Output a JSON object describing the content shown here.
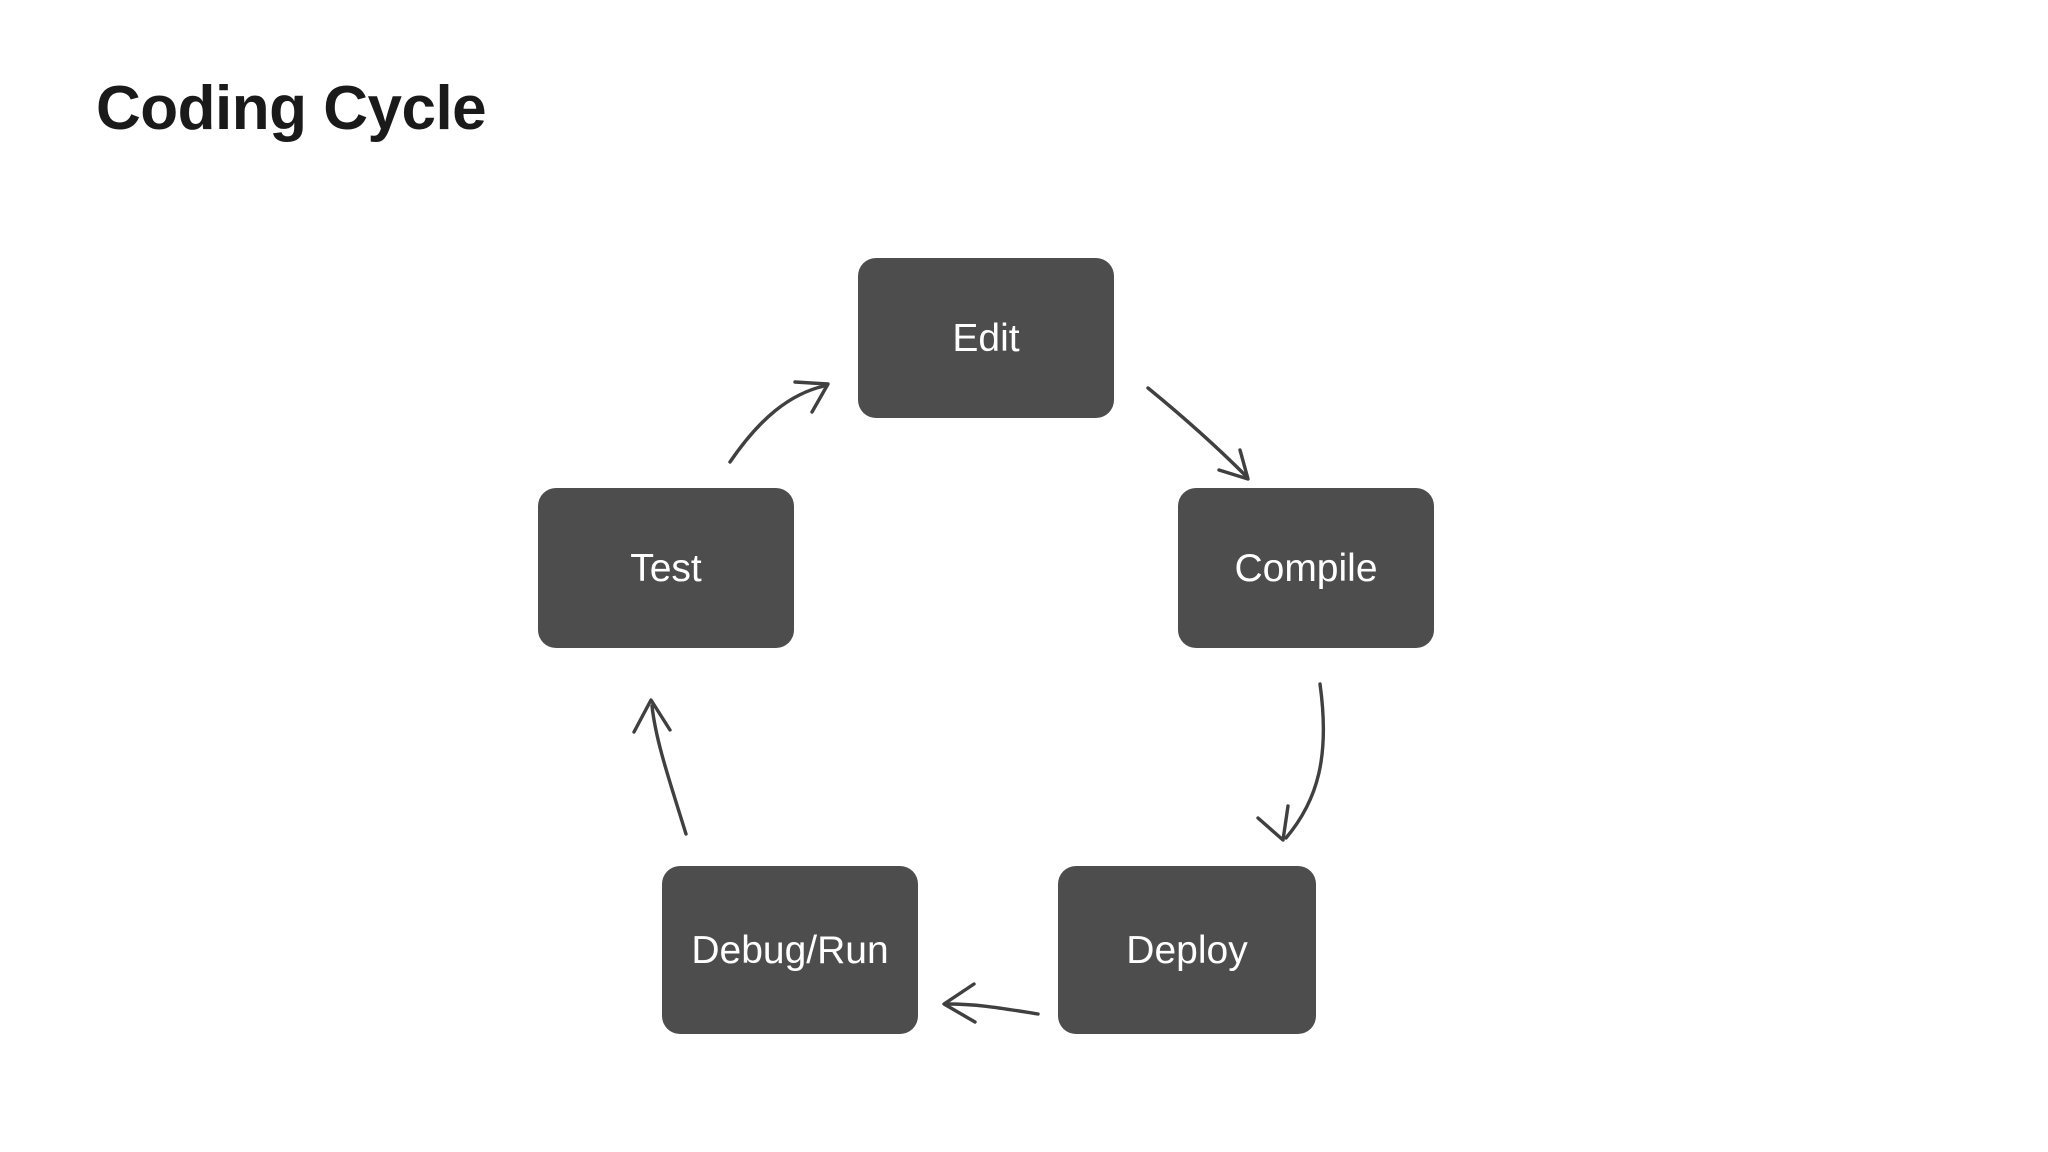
{
  "page": {
    "title": "Coding Cycle",
    "background_color": "#ffffff"
  },
  "theme": {
    "node_fill": "#4d4d4d",
    "node_text_color": "#ffffff",
    "arrow_color": "#404040",
    "title_color": "#1a1a1a"
  },
  "diagram": {
    "type": "cycle",
    "layout": "pentagon",
    "direction": "clockwise",
    "nodes": [
      {
        "id": "edit",
        "label": "Edit",
        "position": "top"
      },
      {
        "id": "compile",
        "label": "Compile",
        "position": "right"
      },
      {
        "id": "deploy",
        "label": "Deploy",
        "position": "bottom-right"
      },
      {
        "id": "debug_run",
        "label": "Debug/Run",
        "position": "bottom-left"
      },
      {
        "id": "test",
        "label": "Test",
        "position": "left"
      }
    ],
    "edges": [
      {
        "from": "edit",
        "to": "compile",
        "style": "curved-arrow"
      },
      {
        "from": "compile",
        "to": "deploy",
        "style": "curved-arrow"
      },
      {
        "from": "deploy",
        "to": "debug_run",
        "style": "curved-arrow"
      },
      {
        "from": "debug_run",
        "to": "test",
        "style": "curved-arrow"
      },
      {
        "from": "test",
        "to": "edit",
        "style": "curved-arrow"
      }
    ]
  }
}
